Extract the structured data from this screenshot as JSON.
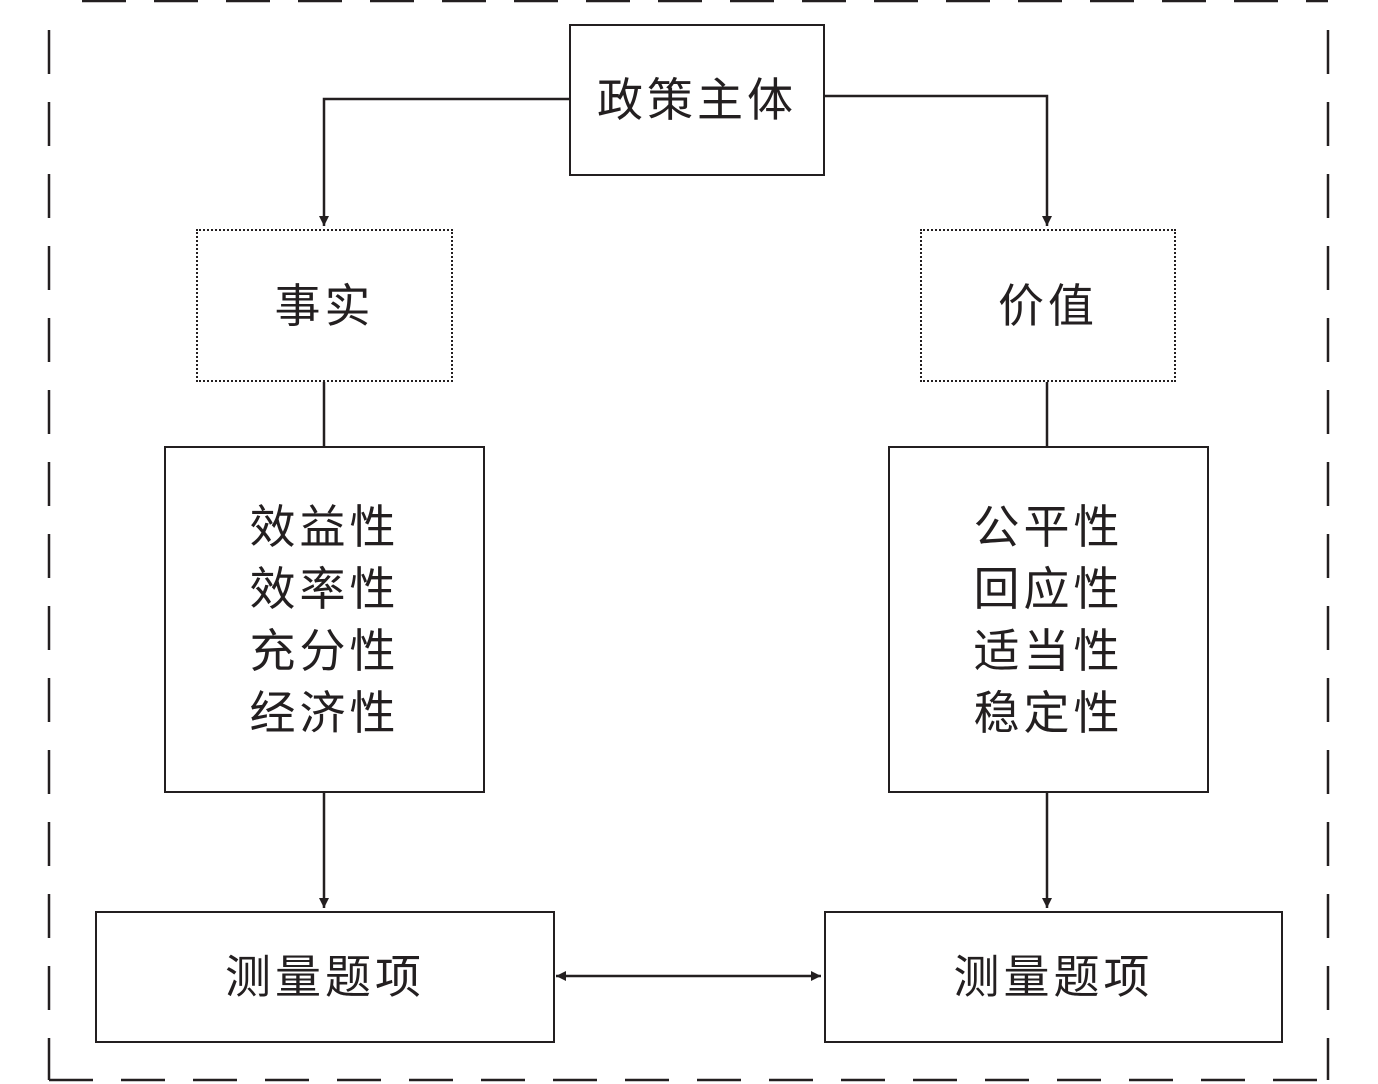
{
  "diagram": {
    "top_node": {
      "label": "政策主体"
    },
    "fact_branch": {
      "header": "事实",
      "criteria": [
        "效益性",
        "效率性",
        "充分性",
        "经济性"
      ],
      "measure": "测量题项"
    },
    "value_branch": {
      "header": "价值",
      "criteria": [
        "公平性",
        "回应性",
        "适当性",
        "稳定性"
      ],
      "measure": "测量题项"
    },
    "colors": {
      "stroke": "#231f20",
      "background": "#ffffff"
    }
  }
}
